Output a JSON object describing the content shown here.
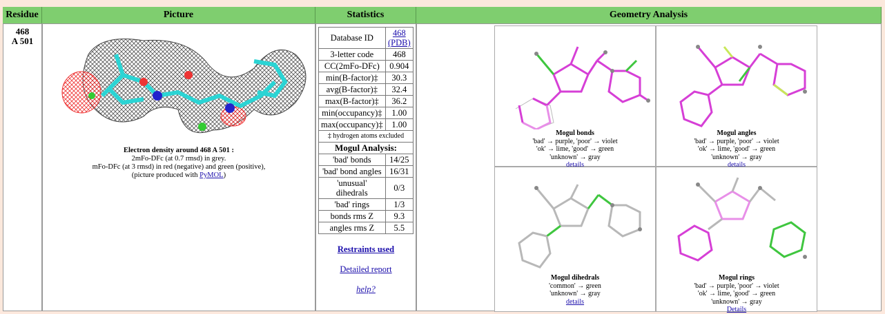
{
  "headers": {
    "residue": "Residue",
    "picture": "Picture",
    "statistics": "Statistics",
    "geometry": "Geometry Analysis"
  },
  "residue": {
    "line1": "468",
    "line2": "A 501"
  },
  "picture": {
    "caption_title": "Electron density around 468 A 501 :",
    "caption_l1": "2mFo-DFc (at 0.7 rmsd) in grey.",
    "caption_l2": "mFo-DFc (at 3 rmsd) in red (negative) and green (positive),",
    "caption_l3_pre": "(picture produced with ",
    "caption_link": "PyMOL",
    "caption_l3_post": ")"
  },
  "stats": {
    "rows": [
      {
        "label": "Database ID",
        "value": "468 (PDB)",
        "link": true
      },
      {
        "label": "3-letter code",
        "value": "468"
      },
      {
        "label": "CC(2mFo-DFc)",
        "value": "0.904"
      },
      {
        "label": "min(B-factor)‡",
        "value": "30.3"
      },
      {
        "label": "avg(B-factor)‡",
        "value": "32.4"
      },
      {
        "label": "max(B-factor)‡",
        "value": "36.2"
      },
      {
        "label": "min(occupancy)‡",
        "value": "1.00"
      },
      {
        "label": "max(occupancy)‡",
        "value": "1.00"
      }
    ],
    "note": "‡ hydrogen atoms excluded",
    "mogul_header": "Mogul Analysis:",
    "mogul_rows": [
      {
        "label": "'bad' bonds",
        "value": "14/25"
      },
      {
        "label": "'bad' bond angles",
        "value": "16/31"
      },
      {
        "label": "'unusual' dihedrals",
        "value": "0/3"
      },
      {
        "label": "'bad' rings",
        "value": "1/3"
      },
      {
        "label": "bonds rms Z",
        "value": "9.3"
      },
      {
        "label": "angles rms Z",
        "value": "5.5"
      }
    ],
    "restraints": "Restraints used",
    "detailed": "Detailed report",
    "help": "help?"
  },
  "geometry": {
    "bonds": {
      "title": "Mogul bonds",
      "l1": "'bad' → purple, 'poor' → violet",
      "l2": "'ok' → lime, 'good' → green",
      "l3": "'unknown' → gray",
      "link": "details"
    },
    "angles": {
      "title": "Mogul angles",
      "l1": "'bad' → purple, 'poor' → violet",
      "l2": "'ok' → lime, 'good' → green",
      "l3": "'unknown' → gray",
      "link": "details"
    },
    "dihedrals": {
      "title": "Mogul dihedrals",
      "l1": "'common' → green",
      "l2": "'unknown' → gray",
      "link": "details"
    },
    "rings": {
      "title": "Mogul rings",
      "l1": "'bad' → purple, 'poor' → violet",
      "l2": "'ok' → lime, 'good' → green",
      "l3": "'unknown' → gray",
      "link": "Details"
    }
  },
  "colors": {
    "header_bg": "#7fce6f",
    "purple": "#d63fd6",
    "violet": "#e88fe8",
    "lime": "#c8e85a",
    "green": "#3fc63f",
    "gray": "#b8b8b8"
  }
}
